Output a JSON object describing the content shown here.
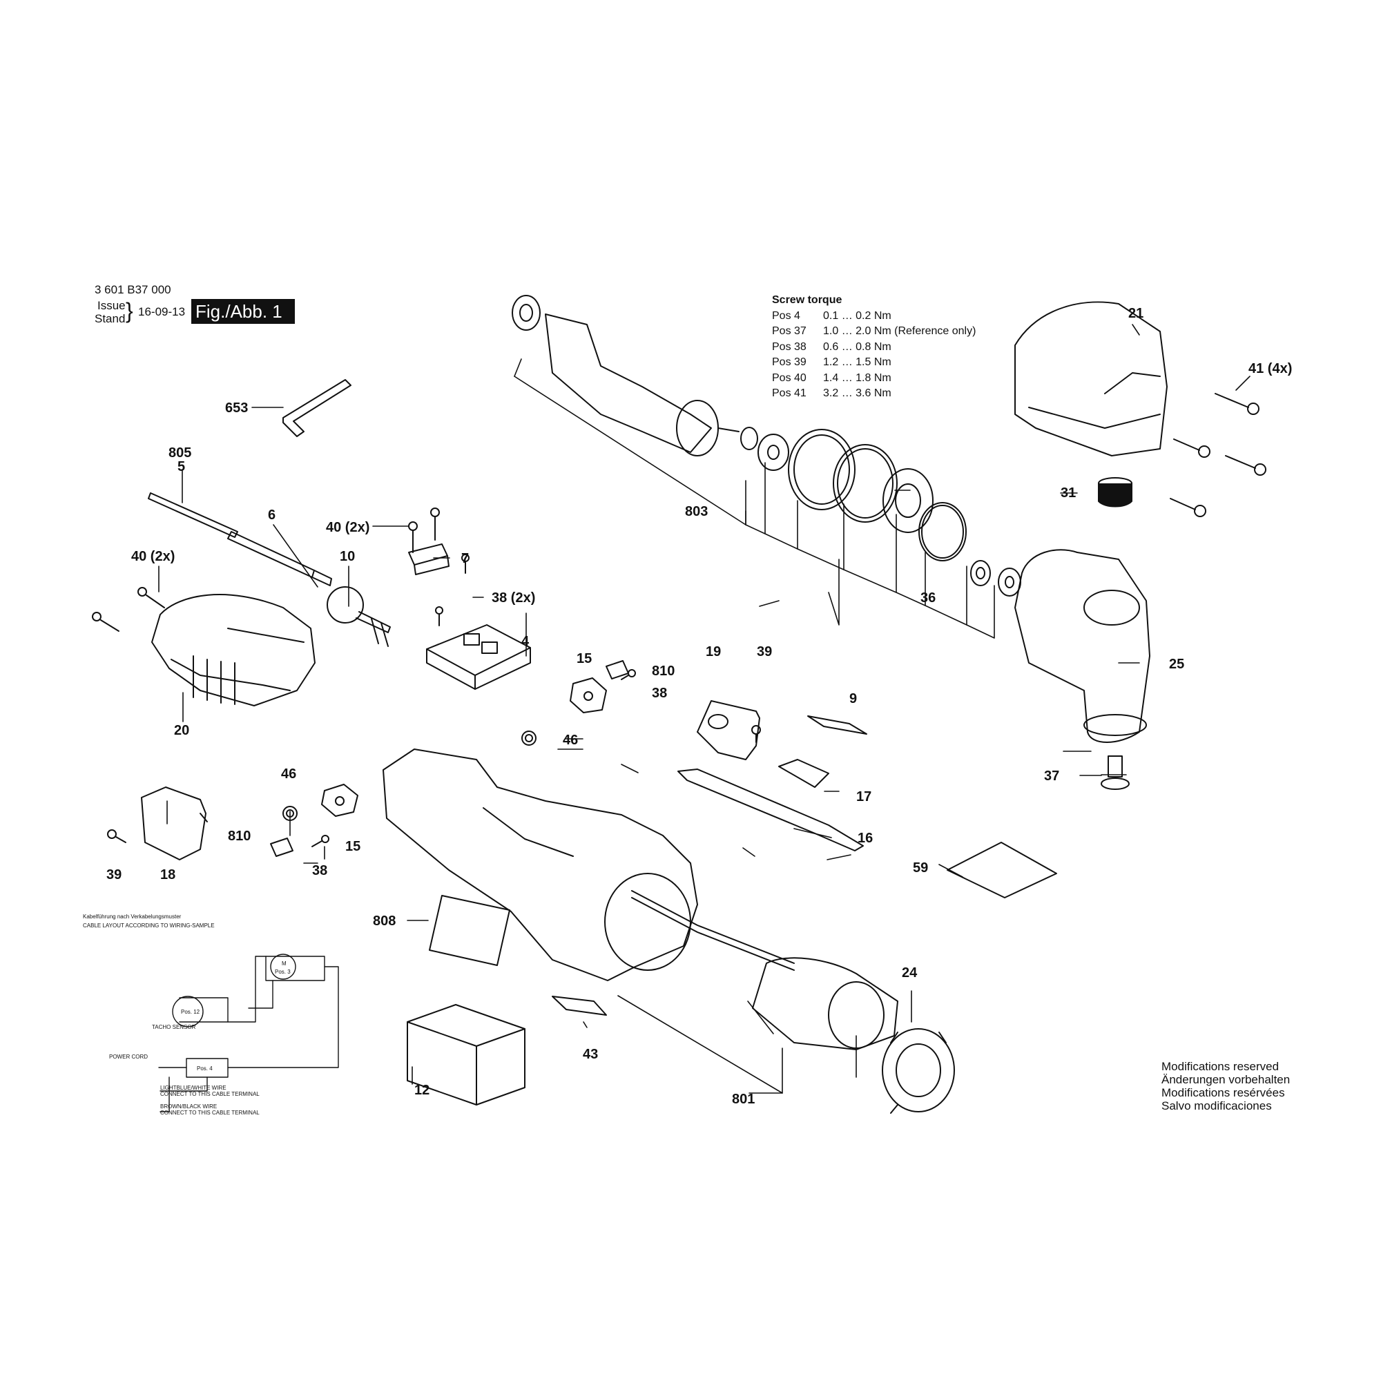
{
  "header": {
    "part_number": "3 601 B37 000",
    "issue_label": "Issue",
    "stand_label": "Stand",
    "date": "16-09-13",
    "figure_label": "Fig./Abb. 1"
  },
  "screw_torque": {
    "title": "Screw torque",
    "rows": [
      {
        "pos": "Pos 4",
        "value": "0.1 … 0.2 Nm"
      },
      {
        "pos": "Pos 37",
        "value": "1.0 … 2.0 Nm (Reference only)"
      },
      {
        "pos": "Pos 38",
        "value": "0.6 … 0.8 Nm"
      },
      {
        "pos": "Pos 39",
        "value": "1.2 … 1.5 Nm"
      },
      {
        "pos": "Pos 40",
        "value": "1.4 … 1.8 Nm"
      },
      {
        "pos": "Pos 41",
        "value": "3.2 … 3.6 Nm"
      }
    ]
  },
  "modifications": [
    "Modifications reserved",
    "Änderungen vorbehalten",
    "Modifications resérvées",
    "Salvo modificaciones"
  ],
  "wiring": {
    "title_de": "Kabelführung nach Verkabelungsmuster",
    "title_en": "CABLE LAYOUT ACCORDING TO WIRING-SAMPLE",
    "motor_label": "M",
    "motor_pos": "Pos. 3",
    "pos12": "Pos. 12",
    "pos4": "Pos. 4",
    "tacho": "TACHO SENSOR",
    "power_cord": "POWER CORD",
    "lightblue_1": "LIGHTBLUE/WHITE WIRE",
    "lightblue_2": "CONNECT TO THIS CABLE TERMINAL",
    "brown_1": "BROWN/BLACK WIRE",
    "brown_2": "CONNECT TO THIS CABLE TERMINAL"
  },
  "labels": {
    "p653": "653",
    "p805": "805",
    "p5": "5",
    "p6": "6",
    "p40a": "40 (2x)",
    "p40b": "40 (2x)",
    "p7": "7",
    "p10": "10",
    "p38a": "38 (2x)",
    "p4": "4",
    "p20": "20",
    "p15a": "15",
    "p810a": "810",
    "p38b": "38",
    "p46a": "46",
    "p803": "803",
    "p36": "36",
    "p21": "21",
    "p41": "41 (4x)",
    "p31": "31",
    "p25": "25",
    "p37": "37",
    "p19": "19",
    "p39a": "39",
    "p9": "9",
    "p17": "17",
    "p16": "16",
    "p59": "59",
    "p46b": "46",
    "p810b": "810",
    "p15b": "15",
    "p38c": "38",
    "p39b": "39",
    "p18": "18",
    "p808": "808",
    "p12": "12",
    "p43": "43",
    "p801": "801",
    "p24": "24"
  }
}
